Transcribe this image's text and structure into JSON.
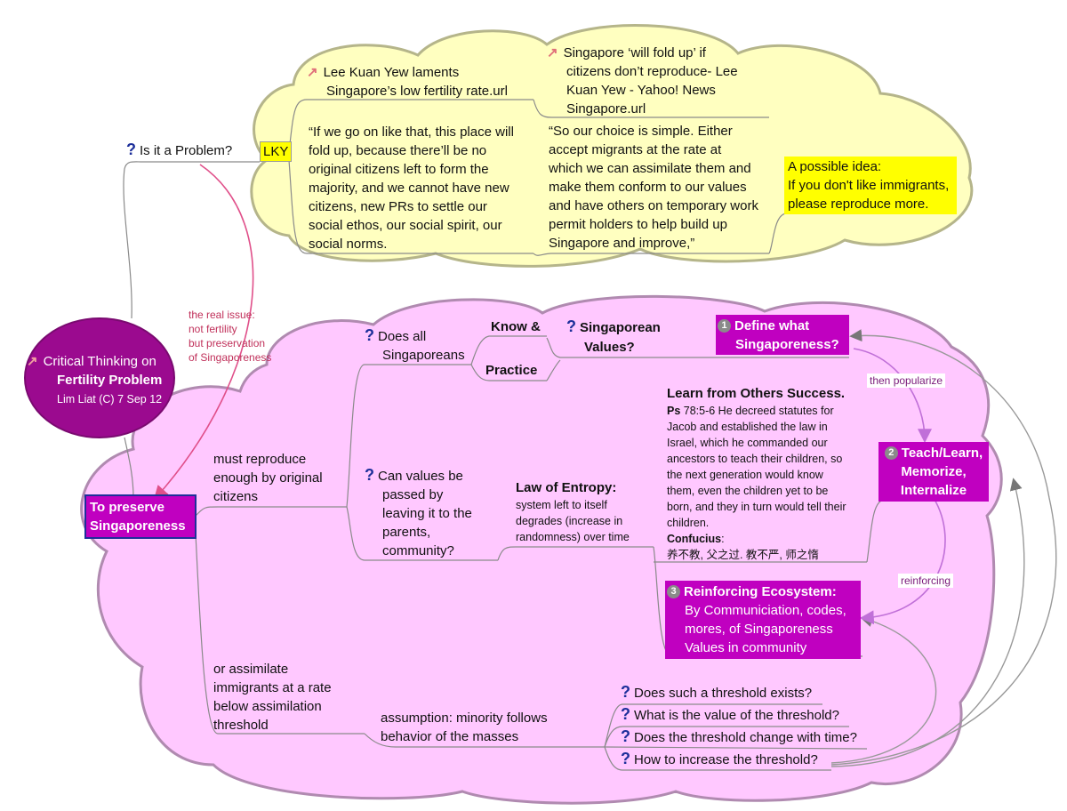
{
  "lky": {
    "label": "LKY",
    "link1": [
      "Lee Kuan Yew laments",
      "Singapore’s low fertility rate.url"
    ],
    "link2": [
      "Singapore ‘will fold up’ if",
      "citizens don’t reproduce- Lee",
      "Kuan Yew - Yahoo! News",
      "Singapore.url"
    ],
    "quote1": [
      "“If we go on like that, this place will",
      "fold up, because there’ll be no",
      "original citizens left to form the",
      "majority, and we cannot have new",
      "citizens, new PRs to settle our",
      "social ethos, our social spirit, our",
      "social norms."
    ],
    "quote2": [
      "“So our choice is simple. Either",
      "accept migrants at the rate at",
      "which we can assimilate them and",
      "make them conform to our values",
      "and have others on temporary work",
      "permit holders to help build up",
      "Singapore and improve,”"
    ],
    "idea": [
      "A possible idea:",
      "If you don't like immigrants,",
      "please reproduce more."
    ]
  },
  "problem": "Is it a Problem?",
  "central": {
    "line1": "Critical Thinking on",
    "line2": "Fertility Problem",
    "line3": "Lim Liat (C) 7 Sep 12"
  },
  "real_issue": [
    "the real issue:",
    "not fertility",
    "but preservation",
    "of Singaporeness"
  ],
  "preserve": [
    "To preserve",
    "Singaporeness"
  ],
  "reproduce": [
    "must reproduce",
    "enough by original",
    "citizens"
  ],
  "assimilate": [
    "or assimilate",
    "immigrants at a rate",
    "below assimilation",
    "threshold"
  ],
  "does_all": [
    "Does all",
    "Singaporeans"
  ],
  "know": "Know &",
  "practice": "Practice",
  "sg_values": [
    "Singaporean",
    "Values?"
  ],
  "define": {
    "num": "1",
    "lines": [
      "Define what",
      "Singaporeness?"
    ]
  },
  "then_popularize": "then popularize",
  "can_values": [
    "Can values be",
    "passed by",
    "leaving it to the",
    "parents,",
    "community?"
  ],
  "entropy": {
    "title": "Law of Entropy:",
    "lines": [
      "system left to itself",
      "degrades (increase in",
      "randomness) over time"
    ]
  },
  "learn": {
    "title": "Learn from Others Success.",
    "ps_ref": "Ps",
    "ps_lines": [
      " 78:5-6 He decreed statutes for",
      "Jacob and established the law in",
      "Israel, which he commanded our",
      "ancestors to teach their children, so",
      "the next generation would know",
      "them, even the children yet to be",
      "born, and they in turn would tell their",
      "children."
    ],
    "confucius": "Confucius",
    "colon": ":",
    "chinese": "养不教, 父之过. 教不严, 师之惰"
  },
  "teach": {
    "num": "2",
    "lines": [
      "Teach/Learn,",
      "Memorize,",
      "Internalize"
    ]
  },
  "reinforcing_label": "reinforcing",
  "ecosystem": {
    "num": "3",
    "title": "Reinforcing Ecosystem:",
    "lines": [
      "By Communiciation, codes,",
      "mores, of Singaporeness",
      "Values in community"
    ]
  },
  "assumption": [
    "assumption: minority follows",
    "behavior of the masses"
  ],
  "threshold_qs": [
    "Does such a threshold exists?",
    "What is the value of the threshold?",
    "Does the threshold change with time?",
    "How to increase the threshold?"
  ],
  "colors": {
    "yellow_cloud": "#ffffc0",
    "pink_cloud": "#ffc8ff",
    "central": "#9b0a8f",
    "magenta": "#c000c0",
    "highlight": "#ffff00"
  }
}
